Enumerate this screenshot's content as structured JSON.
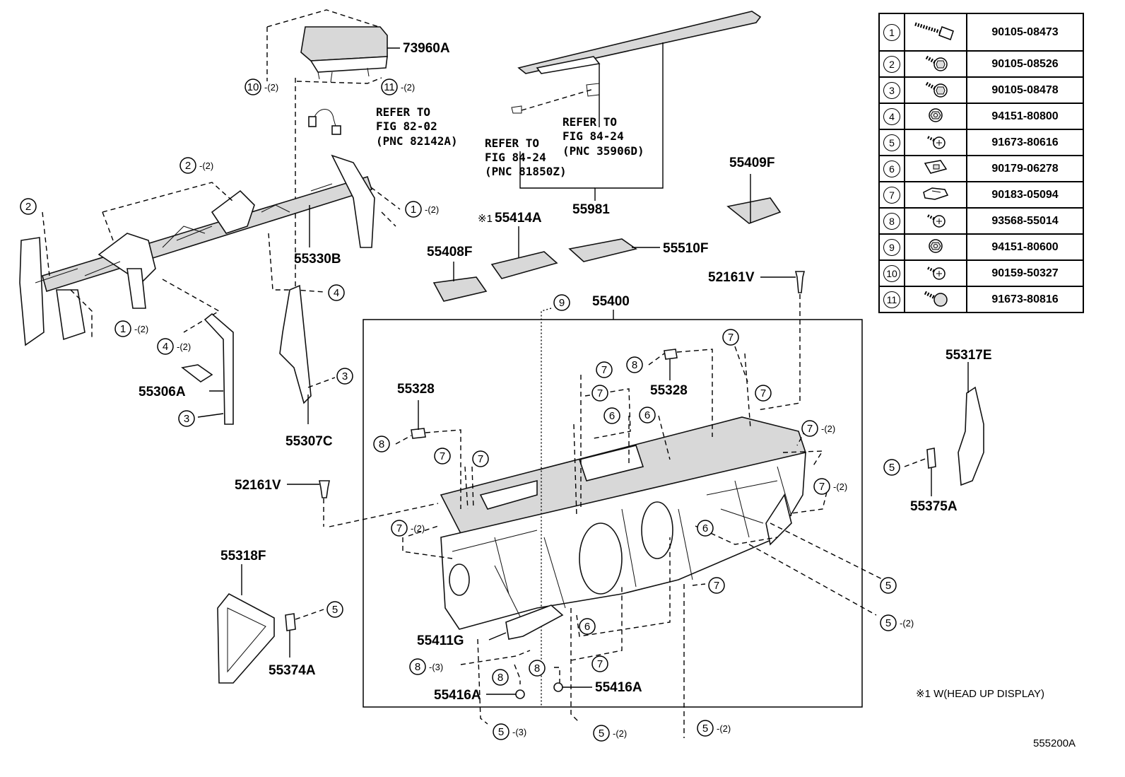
{
  "parts": {
    "p73960A": "73960A",
    "p55330B": "55330B",
    "p55306A": "55306A",
    "p55307C": "55307C",
    "p55981": "55981",
    "p55409F": "55409F",
    "p55414A": "55414A",
    "p55414A_mark": "※1",
    "p55408F": "55408F",
    "p55510F": "55510F",
    "p52161V_right": "52161V",
    "p52161V_left": "52161V",
    "p55400": "55400",
    "p55328_left": "55328",
    "p55328_right": "55328",
    "p55317E": "55317E",
    "p55375A": "55375A",
    "p55318F": "55318F",
    "p55374A": "55374A",
    "p55411G": "55411G",
    "p55416A_left": "55416A",
    "p55416A_right": "55416A"
  },
  "refs": {
    "ref1": [
      "REFER TO",
      "FIG 82-02",
      "(PNC 82142A)"
    ],
    "ref2": [
      "REFER TO",
      "FIG 84-24",
      "(PNC 81850Z)"
    ],
    "ref3": [
      "REFER TO",
      "FIG 84-24",
      "(PNC 35906D)"
    ]
  },
  "callouts": [
    {
      "num": "10",
      "qty": "(2)"
    },
    {
      "num": "11",
      "qty": "(2)"
    },
    {
      "num": "2",
      "qty": "(2)"
    },
    {
      "num": "2",
      "qty": ""
    },
    {
      "num": "1",
      "qty": "(2)"
    },
    {
      "num": "1",
      "qty": "(2)"
    },
    {
      "num": "4",
      "qty": "(2)"
    },
    {
      "num": "3",
      "qty": ""
    },
    {
      "num": "4",
      "qty": ""
    },
    {
      "num": "3",
      "qty": ""
    },
    {
      "num": "9",
      "qty": ""
    },
    {
      "num": "7",
      "qty": ""
    },
    {
      "num": "7",
      "qty": ""
    },
    {
      "num": "8",
      "qty": ""
    },
    {
      "num": "7",
      "qty": ""
    },
    {
      "num": "7",
      "qty": ""
    },
    {
      "num": "6",
      "qty": ""
    },
    {
      "num": "6",
      "qty": ""
    },
    {
      "num": "7",
      "qty": "(2)"
    },
    {
      "num": "8",
      "qty": ""
    },
    {
      "num": "7",
      "qty": ""
    },
    {
      "num": "7",
      "qty": ""
    },
    {
      "num": "7",
      "qty": "(2)"
    },
    {
      "num": "7",
      "qty": "(2)"
    },
    {
      "num": "6",
      "qty": ""
    },
    {
      "num": "7",
      "qty": ""
    },
    {
      "num": "5",
      "qty": ""
    },
    {
      "num": "5",
      "qty": "(2)"
    },
    {
      "num": "5",
      "qty": ""
    },
    {
      "num": "5",
      "qty": ""
    },
    {
      "num": "6",
      "qty": ""
    },
    {
      "num": "7",
      "qty": ""
    },
    {
      "num": "8",
      "qty": "(3)"
    },
    {
      "num": "8",
      "qty": ""
    },
    {
      "num": "8",
      "qty": ""
    },
    {
      "num": "5",
      "qty": "(3)"
    },
    {
      "num": "5",
      "qty": "(2)"
    },
    {
      "num": "5",
      "qty": "(2)"
    }
  ],
  "legend": [
    {
      "num": "1",
      "part": "90105-08473",
      "icon": "long-bolt-icon"
    },
    {
      "num": "2",
      "part": "90105-08526",
      "icon": "flange-bolt-icon"
    },
    {
      "num": "3",
      "part": "90105-08478",
      "icon": "flange-bolt-icon"
    },
    {
      "num": "4",
      "part": "94151-80800",
      "icon": "flange-nut-icon"
    },
    {
      "num": "5",
      "part": "91673-80616",
      "icon": "screw-icon"
    },
    {
      "num": "6",
      "part": "90179-06278",
      "icon": "clip-nut-icon"
    },
    {
      "num": "7",
      "part": "90183-05094",
      "icon": "clip-icon"
    },
    {
      "num": "8",
      "part": "93568-55014",
      "icon": "screw-icon"
    },
    {
      "num": "9",
      "part": "94151-80600",
      "icon": "flange-nut-icon"
    },
    {
      "num": "10",
      "part": "90159-50327",
      "icon": "screw-icon"
    },
    {
      "num": "11",
      "part": "91673-80816",
      "icon": "bolt-icon"
    }
  ],
  "note": "※1 W(HEAD UP DISPLAY)",
  "illustration_id": "555200A"
}
